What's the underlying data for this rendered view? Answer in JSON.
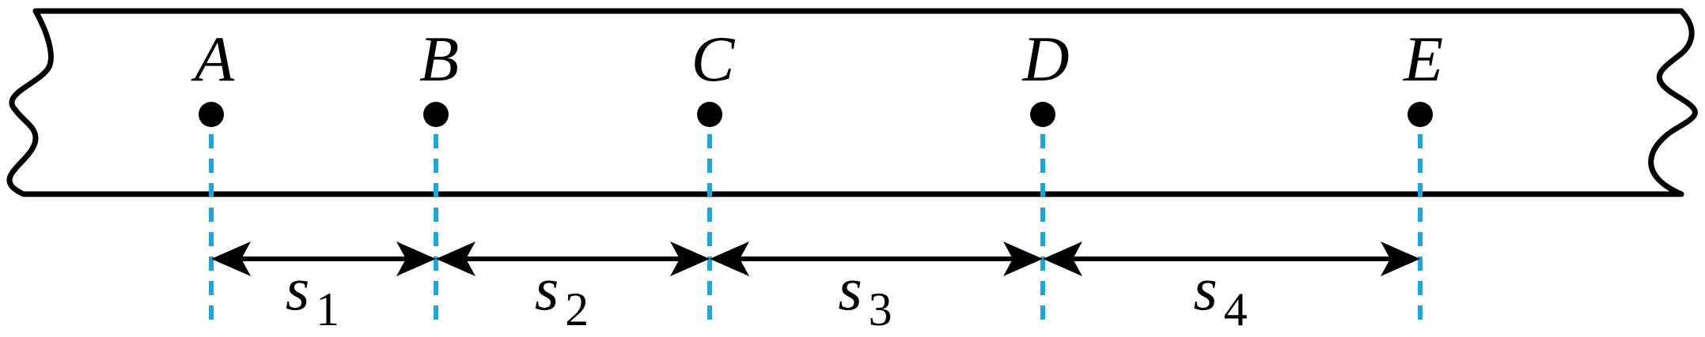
{
  "points": [
    {
      "label": "A"
    },
    {
      "label": "B"
    },
    {
      "label": "C"
    },
    {
      "label": "D"
    },
    {
      "label": "E"
    }
  ],
  "segments": [
    {
      "symbol": "s",
      "subscript": "1"
    },
    {
      "symbol": "s",
      "subscript": "2"
    },
    {
      "symbol": "s",
      "subscript": "3"
    },
    {
      "symbol": "s",
      "subscript": "4"
    }
  ],
  "colors": {
    "outline": "#000000",
    "dot": "#000000",
    "guide": "#1aa7dd",
    "arrow": "#000000"
  }
}
